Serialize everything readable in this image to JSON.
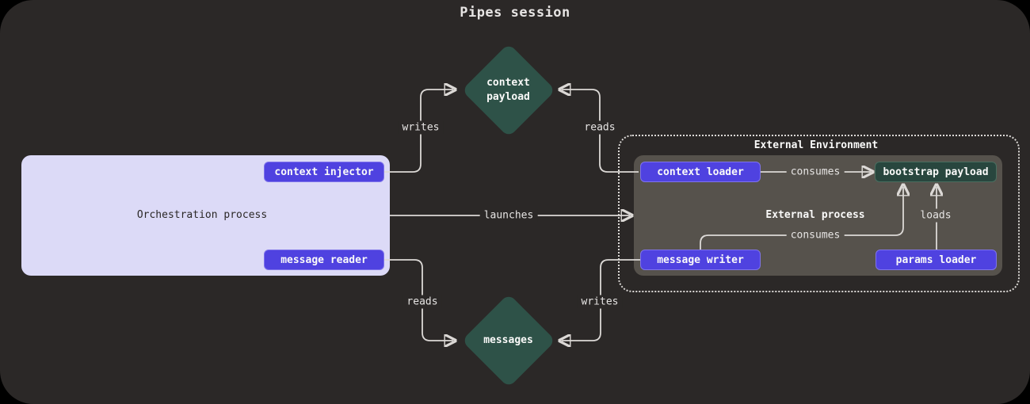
{
  "title": "Pipes session",
  "colors": {
    "surround": "#000000",
    "panel_bg": "#2b2827",
    "gray_box": "#56524c",
    "lavender": "#dcdaf7",
    "node_purple": "#4f42e0",
    "node_purple_border": "#7f74ea",
    "node_green": "#2e5248",
    "bootstrap_green": "#28463e",
    "bootstrap_green_border": "#4a6e5f",
    "line": "#dcd9d6",
    "label_text": "#e7e5e4",
    "white_text": "#fafaf9",
    "dark_text": "#2b2827"
  },
  "diagram": {
    "orchestration": {
      "label": "Orchestration process"
    },
    "context_injector": {
      "label": "context injector"
    },
    "message_reader": {
      "label": "message reader"
    },
    "context_payload": {
      "line1": "context",
      "line2": "payload"
    },
    "messages": {
      "label": "messages"
    },
    "external_environment": {
      "label": "External Environment"
    },
    "external_process": {
      "label": "External process"
    },
    "context_loader": {
      "label": "context loader"
    },
    "bootstrap_payload": {
      "label": "bootstrap payload"
    },
    "message_writer": {
      "label": "message writer"
    },
    "params_loader": {
      "label": "params loader"
    },
    "edges": {
      "writes_top": {
        "label": "writes"
      },
      "reads_top": {
        "label": "reads"
      },
      "launches": {
        "label": "launches"
      },
      "consumes_top": {
        "label": "consumes"
      },
      "consumes_bottom": {
        "label": "consumes"
      },
      "loads": {
        "label": "loads"
      },
      "reads_bottom": {
        "label": "reads"
      },
      "writes_bottom": {
        "label": "writes"
      }
    }
  }
}
